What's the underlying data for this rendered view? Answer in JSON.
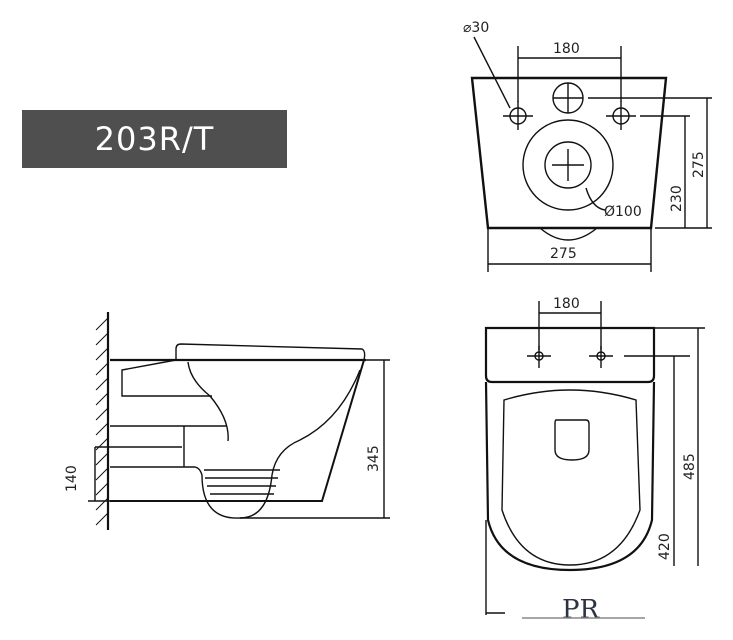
{
  "model": {
    "label": "203R/T"
  },
  "colors": {
    "badge_bg": "#4f4f4f",
    "badge_text": "#ffffff",
    "line": "#111111"
  },
  "rear_view": {
    "inlet_hole_dia": "⌀30",
    "hole_spacing": "180",
    "outlet_dia": "Ø100",
    "height_outlet": "230",
    "height_total": "275",
    "width": "275"
  },
  "side_view": {
    "fixing_height": "140",
    "height": "345"
  },
  "top_view": {
    "hole_spacing": "180",
    "length_total": "485",
    "length_bowl": "420"
  },
  "logo": {
    "text": "PR"
  }
}
